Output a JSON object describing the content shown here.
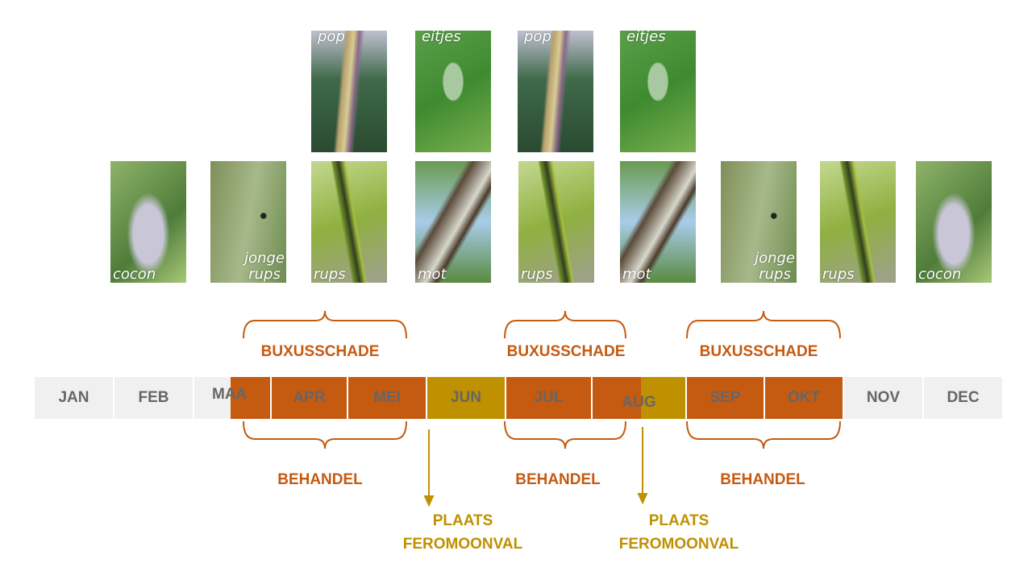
{
  "colors": {
    "damage": "#C55A11",
    "trap": "#BF9000",
    "month_bg": "#F0F0F0",
    "month_text": "#666666"
  },
  "photos_top": [
    {
      "label": "pop",
      "kind": "pop"
    },
    {
      "label": "eitjes",
      "kind": "eitjes"
    },
    {
      "label": "pop",
      "kind": "pop"
    },
    {
      "label": "eitjes",
      "kind": "eitjes"
    }
  ],
  "photos_bottom": [
    {
      "label": "cocon",
      "kind": "cocon"
    },
    {
      "label": "jonge\nrups",
      "kind": "jonge"
    },
    {
      "label": "rups",
      "kind": "rups"
    },
    {
      "label": "mot",
      "kind": "mot"
    },
    {
      "label": "rups",
      "kind": "rups"
    },
    {
      "label": "mot",
      "kind": "mot"
    },
    {
      "label": "jonge\nrups",
      "kind": "jonge"
    },
    {
      "label": "rups",
      "kind": "rups"
    },
    {
      "label": "cocon",
      "kind": "cocon"
    }
  ],
  "months": [
    "JAN",
    "FEB",
    "MAA",
    "APR",
    "MEI",
    "JUN",
    "JUL",
    "AUG",
    "SEP",
    "OKT",
    "NOV",
    "DEC"
  ],
  "damage_label": "BUXUSSCHADE",
  "treat_label": "BEHANDEL",
  "trap_label": [
    "PLAATS",
    "FEROMOONVAL"
  ]
}
